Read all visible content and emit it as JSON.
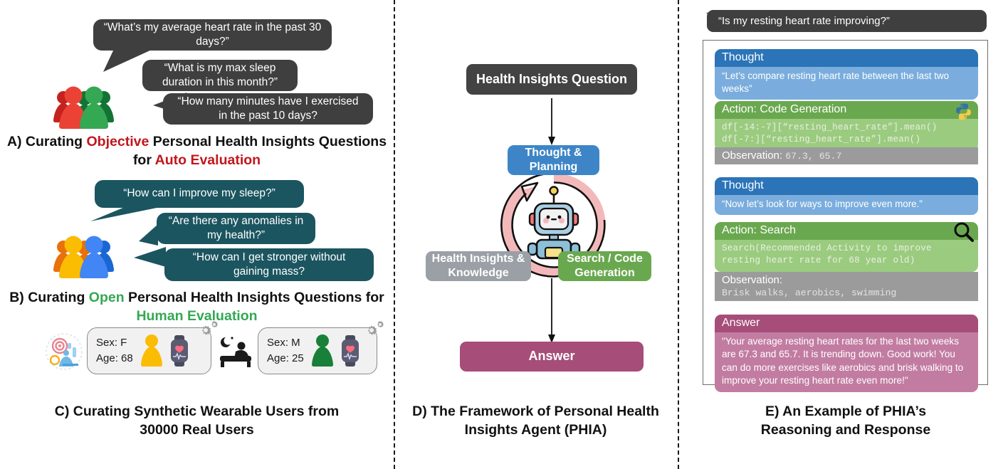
{
  "panels": {
    "A": {
      "bubbles": [
        {
          "text": "“What’s my average heart rate in the past 30 days?”"
        },
        {
          "text": "“What is my max sleep duration in this month?”"
        },
        {
          "text": "“How many minutes have I exercised in the past 10 days?"
        }
      ],
      "caption_pre": "A) Curating ",
      "caption_hl1": "Objective",
      "caption_mid": " Personal Health Insights Questions for ",
      "caption_hl2": "Auto Evaluation",
      "people_icon": "people-group-red-green-icon",
      "highlight_color": "#c0171c"
    },
    "B": {
      "bubbles": [
        {
          "text": "“How can I improve my sleep?”"
        },
        {
          "text": "“Are there any anomalies in my health?”"
        },
        {
          "text": "“How can I get stronger without gaining mass?"
        }
      ],
      "caption_pre": "B) Curating ",
      "caption_hl1": "Open",
      "caption_mid": " Personal Health Insights Questions for ",
      "caption_hl2": "Human Evaluation",
      "people_icon": "people-group-orange-blue-icon",
      "highlight_color": "#34a853"
    },
    "C": {
      "cards": [
        {
          "sex_label": "Sex: F",
          "age_label": "Age: 68",
          "avatar_color": "#fbbc04",
          "side_icon": "fitness-activity-icon",
          "watch_icon": "smartwatch-heart-icon",
          "gear_icon": "gears-icon"
        },
        {
          "sex_label": "Sex: M",
          "age_label": "Age: 25",
          "avatar_color": "#188038",
          "side_icon": "sleeping-person-icon",
          "watch_icon": "smartwatch-heart-icon",
          "gear_icon": "gears-icon"
        }
      ],
      "caption_line1": "C) Curating Synthetic Wearable Users from",
      "caption_line2": "30000 Real Users"
    },
    "D": {
      "question_box": "Health Insights Question",
      "thought_box": "Thought & Planning",
      "knowledge_box": "Health Insights & Knowledge",
      "tools_box": "Search / Code Generation",
      "answer_box": "Answer",
      "robot_icon": "robot-agent-icon",
      "loop_icon": "circular-loop-arrow-icon",
      "caption_line1": "D) The Framework of Personal Health",
      "caption_line2": "Insights Agent (PHIA)",
      "colors": {
        "dark": "#434343",
        "blue": "#3d85c6",
        "grey": "#9aa0a6",
        "green": "#6aa84f",
        "maroon": "#a64d79",
        "loop": "#f3b9ba"
      }
    },
    "E": {
      "user_question": "“Is my resting heart rate improving?”",
      "steps": [
        {
          "kind": "thought",
          "header": "Thought",
          "body": "“Let’s compare resting heart rate between the last two weeks”"
        },
        {
          "kind": "action",
          "header": "Action: Code Generation",
          "icon": "python-logo-icon",
          "body": "df[-14:-7][“resting_heart_rate”].mean()\ndf[-7:][“resting_heart_rate”].mean()"
        },
        {
          "kind": "observation",
          "label": "Observation:",
          "value": "67.3, 65.7"
        },
        {
          "kind": "thought",
          "header": "Thought",
          "body": "“Now let’s look for ways to improve even more.”"
        },
        {
          "kind": "action",
          "header": "Action: Search",
          "icon": "magnifier-icon",
          "body": "Search(Recommended Activity to improve\nresting heart rate for 68 year old)"
        },
        {
          "kind": "observation2",
          "label": "Observation:",
          "value": "Brisk walks, aerobics, swimming"
        },
        {
          "kind": "answer",
          "header": "Answer",
          "body": "\"Your average resting heart rates for the last two weeks are 67.3 and 65.7. It is trending down. Good work! You can do more exercises like aerobics and brisk walking to improve your resting heart rate even more!\""
        }
      ],
      "caption_line1": "E) An Example of PHIA’s",
      "caption_line2": "Reasoning and Response"
    }
  }
}
